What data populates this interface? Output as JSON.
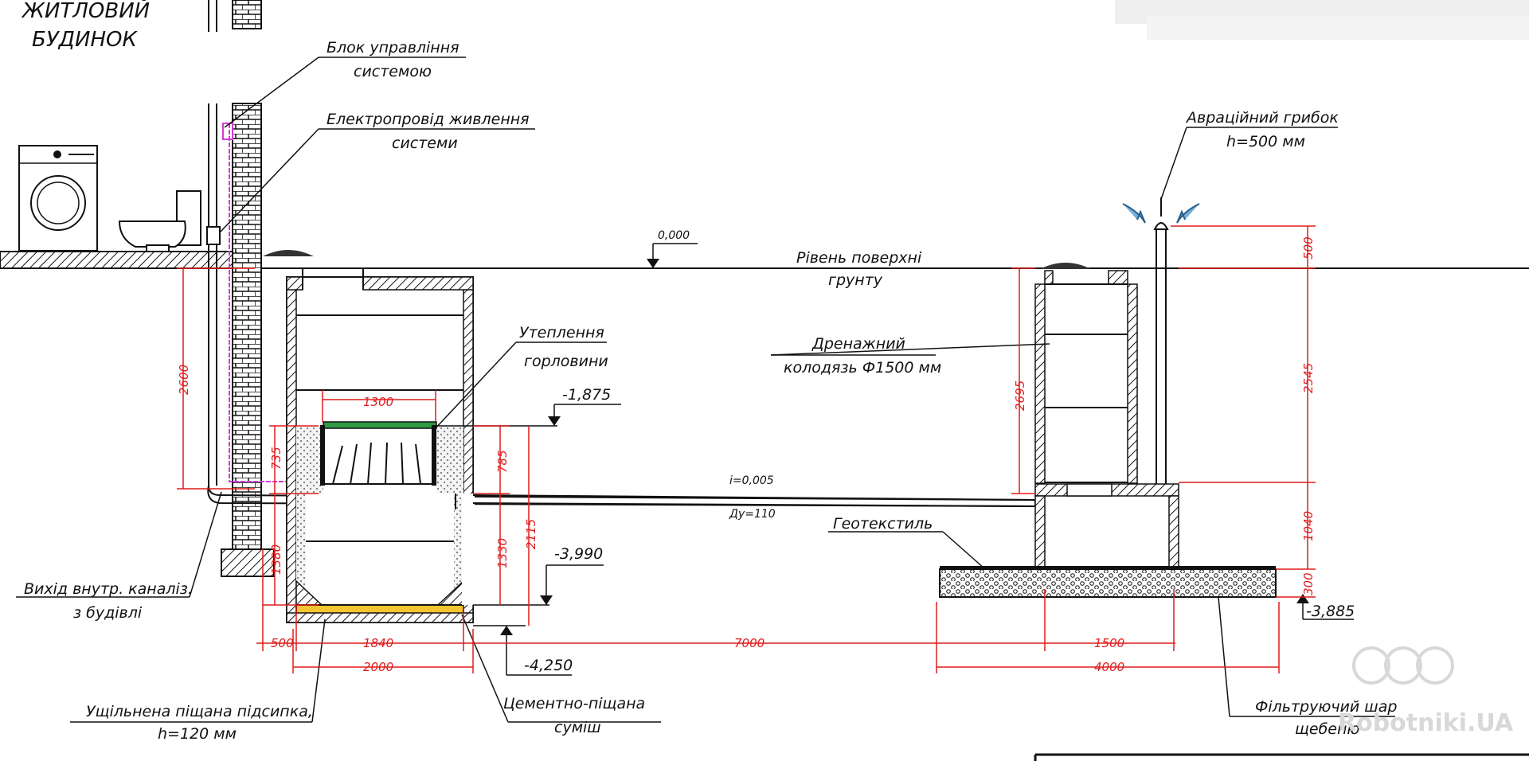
{
  "labels": {
    "house_line1": "ЖИТЛОВИЙ",
    "house_line2": "БУДИНОК",
    "control_block_line1": "Блок управління",
    "control_block_line2": "системою",
    "power_cable_line1": "Електропровід живлення",
    "power_cable_line2": "системи",
    "aeration_line1": "Авраційний грибок",
    "aeration_line2": "h=500 мм",
    "level_mark": "0,000",
    "ground_line1": "Рівень поверхні",
    "ground_line2": "грунту",
    "insulation_line1": "Утеплення",
    "insulation_line2": "горловини",
    "drain_well_line1": "Дренажний",
    "drain_well_line2": "колодязь Ф1500 мм",
    "slope": "i=0,005",
    "pipe_diameter": "Ду=110",
    "geotextile": "Геотекстиль",
    "outlet_line1": "Вихід внутр. каналіз.",
    "outlet_line2": "з будівлі",
    "sand_line1": "Ущільнена піщана підсипка,",
    "sand_line2": "h=120 мм",
    "cement_line1": "Цементно-піщана",
    "cement_line2": "суміш",
    "filter_line1": "Фільтруючий шар",
    "filter_line2": "щебеню",
    "watermark": "Robotniki.UA"
  },
  "elevations": {
    "e1": "-1,875",
    "e2": "-3,990",
    "e3": "-4,250",
    "e4": "-3,885"
  },
  "dimensions": {
    "d2600": "2600",
    "d1300": "1300",
    "d735": "735",
    "d785": "785",
    "d2115": "2115",
    "d1380": "1380",
    "d1330": "1330",
    "d500a": "500",
    "d1840": "1840",
    "d7000": "7000",
    "d1500": "1500",
    "d2000": "2000",
    "d4000": "4000",
    "d2695": "2695",
    "d500b": "500",
    "d2545": "2545",
    "d1040": "1040",
    "d300": "300"
  },
  "colors": {
    "dimension": "#e11b1b",
    "line": "#111111",
    "cable": "#d23cd6",
    "insulation": "#2e9a43",
    "sand": "#f2c531"
  }
}
